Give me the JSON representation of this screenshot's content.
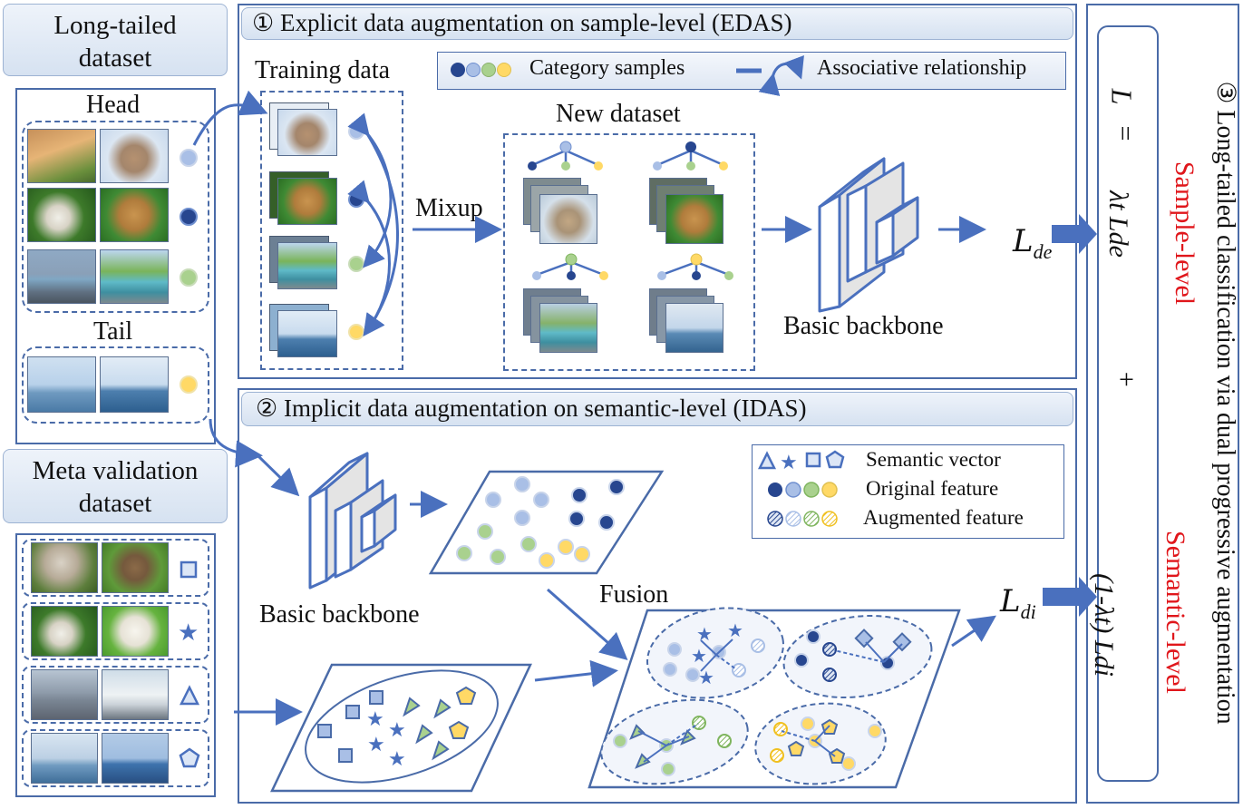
{
  "left": {
    "dataset_title": "Long-tailed dataset",
    "head_label": "Head",
    "tail_label": "Tail",
    "meta_title": "Meta validation dataset"
  },
  "edas": {
    "title": "① Explicit data augmentation on sample-level (EDAS)",
    "training_data_label": "Training data",
    "new_dataset_label": "New dataset",
    "mixup_label": "Mixup",
    "backbone_label": "Basic backbone",
    "loss_label": "L",
    "loss_sub": "de",
    "legend": {
      "category_samples": "Category samples",
      "associative": "Associative relationship"
    }
  },
  "idas": {
    "title": "② Implicit data augmentation on semantic-level (IDAS)",
    "backbone_label": "Basic backbone",
    "fusion_label": "Fusion",
    "loss_label": "L",
    "loss_sub": "di",
    "legend": {
      "semantic_vector": "Semantic vector",
      "original_feature": "Original feature",
      "augmented_feature": "Augmented feature"
    }
  },
  "right": {
    "title": "③ Long-tailed classification via dual progressive augmentation",
    "sample_level": "Sample-level",
    "semantic_level": "Semantic-level",
    "eq_lhs": "L",
    "eq_equals": "=",
    "eq_term1": "λt Lde",
    "eq_plus": "+",
    "eq_term2": "(1-λt) Ldi"
  },
  "colors": {
    "dark_blue": "#27468f",
    "mid_blue": "#6f8fcf",
    "light_blue": "#a9bfe6",
    "green": "#a9d18e",
    "yellow": "#ffd966",
    "frame": "#4a6ba8",
    "red": "#e0161b"
  }
}
